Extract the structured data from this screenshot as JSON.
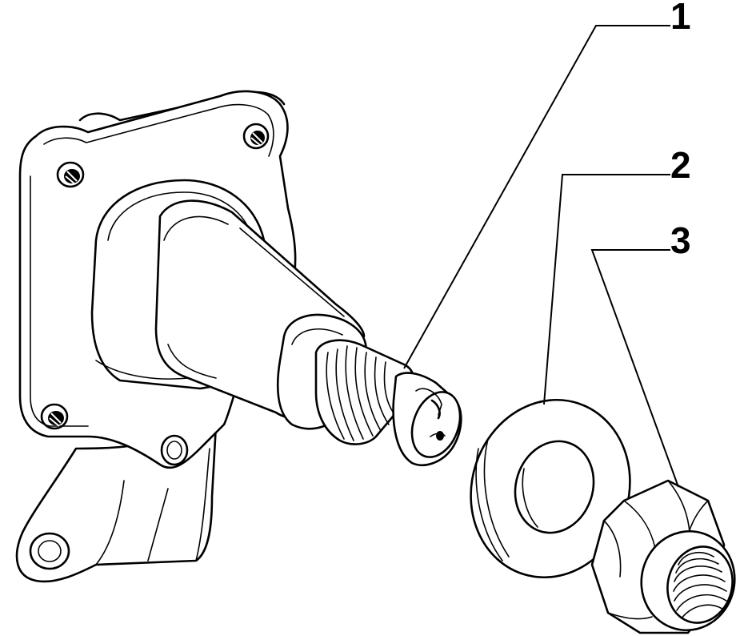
{
  "callouts": [
    {
      "number": "1",
      "part": "stub-axle-hub"
    },
    {
      "number": "2",
      "part": "washer"
    },
    {
      "number": "3",
      "part": "nut"
    }
  ]
}
